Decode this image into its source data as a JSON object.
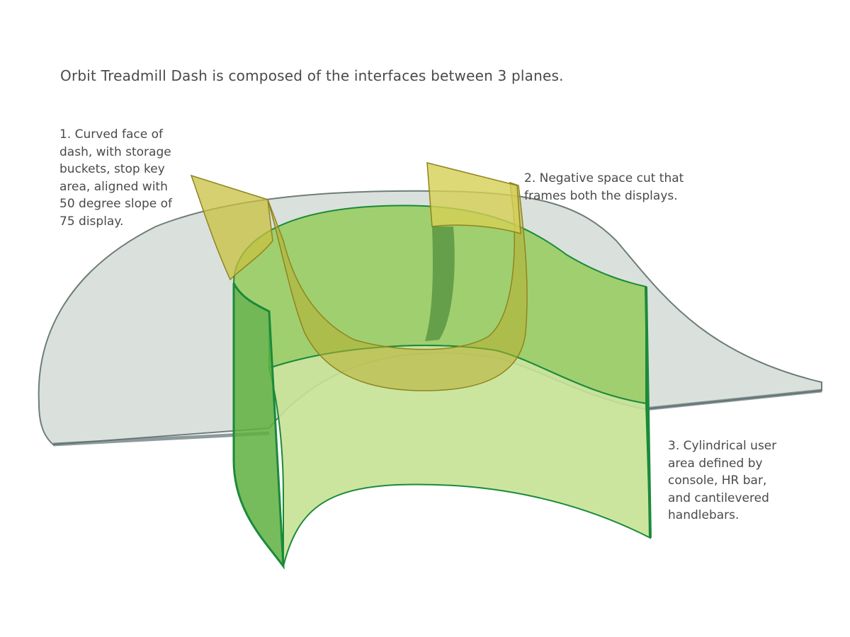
{
  "title": "Orbit Treadmill Dash is composed of the interfaces between 3 planes.",
  "labels": [
    {
      "text": "1. Curved face of\ndash, with storage\nbuckets, stop key\narea, aligned with\n50 degree slope of\n75 display."
    },
    {
      "text": "2. Negative space cut that\nframes both the displays."
    },
    {
      "text": "3. Cylindrical user\narea defined by\nconsole, HR bar,\nand cantilevered\nhandlebars."
    }
  ],
  "colors": {
    "gray_plane": "#d3dcd6",
    "green_plane": "#8cc84b",
    "green_edge": "#1a8a3a",
    "yellow_plane": "#c8c040",
    "text": "#4a4a4a"
  }
}
